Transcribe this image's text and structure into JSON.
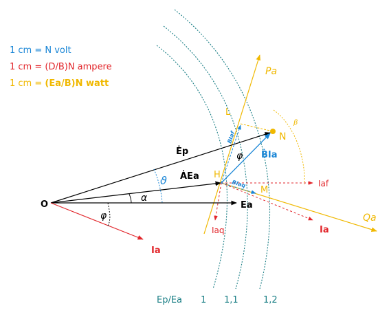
{
  "legend": {
    "voltage_scale": "1 cm = N volt",
    "current_scale": "1 cm = (D/B)N ampere",
    "power_scale_prefix": "1 cm = ",
    "power_scale_bold": "(Ea/B)N watt"
  },
  "labels": {
    "origin": "O",
    "ep": "Ėp",
    "aea": "ȦEa",
    "ea": "Ea",
    "ia_left": "Ia",
    "ia_right": "Ia",
    "iaf": "Iaf",
    "iaq": "Iaq",
    "pa": "Pa",
    "qa": "Qa",
    "point_l": "L",
    "point_n": "N",
    "point_h": "H",
    "point_m": "M",
    "bia": "ḂIa",
    "biaf": "BIaf",
    "biaq": "BIaq",
    "phi_small": "φ",
    "phi_main": "φ",
    "alpha": "α",
    "theta": "ϑ",
    "beta": "β",
    "ratio_label": "Ep/Ea",
    "ratio_1": "1",
    "ratio_11": "1,1",
    "ratio_12": "1,2"
  },
  "colors": {
    "black": "#000000",
    "blue": "#1a86d6",
    "red": "#e2262b",
    "yellow": "#f0b800",
    "teal": "#1b7f86"
  }
}
